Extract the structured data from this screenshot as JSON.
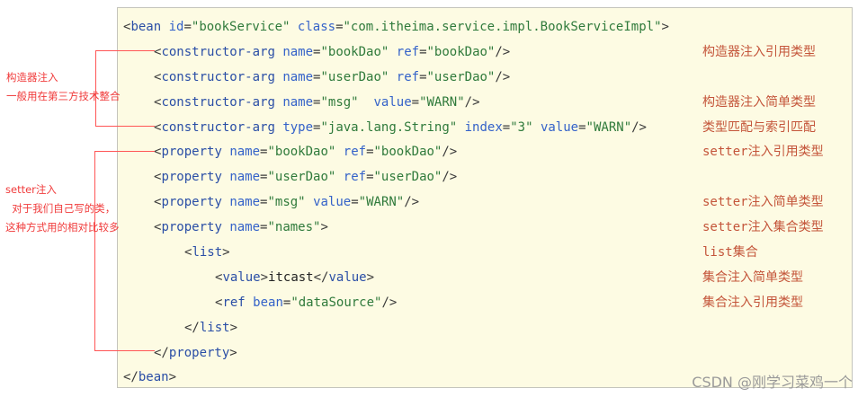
{
  "code_lines": [
    {
      "indent": 0,
      "tokens": [
        [
          "p",
          "<"
        ],
        [
          "tag",
          "bean"
        ],
        [
          "p",
          " "
        ],
        [
          "attr",
          "id"
        ],
        [
          "p",
          "="
        ],
        [
          "val",
          "\"bookService\""
        ],
        [
          "p",
          " "
        ],
        [
          "attr",
          "class"
        ],
        [
          "p",
          "="
        ],
        [
          "val",
          "\"com.itheima.service.impl.BookServiceImpl\""
        ],
        [
          "p",
          ">"
        ]
      ],
      "note": ""
    },
    {
      "indent": 1,
      "tokens": [
        [
          "p",
          "<"
        ],
        [
          "tag",
          "constructor-arg"
        ],
        [
          "p",
          " "
        ],
        [
          "attr",
          "name"
        ],
        [
          "p",
          "="
        ],
        [
          "val",
          "\"bookDao\""
        ],
        [
          "p",
          " "
        ],
        [
          "attr",
          "ref"
        ],
        [
          "p",
          "="
        ],
        [
          "val",
          "\"bookDao\""
        ],
        [
          "p",
          "/>"
        ]
      ],
      "note": "构造器注入引用类型"
    },
    {
      "indent": 1,
      "tokens": [
        [
          "p",
          "<"
        ],
        [
          "tag",
          "constructor-arg"
        ],
        [
          "p",
          " "
        ],
        [
          "attr",
          "name"
        ],
        [
          "p",
          "="
        ],
        [
          "val",
          "\"userDao\""
        ],
        [
          "p",
          " "
        ],
        [
          "attr",
          "ref"
        ],
        [
          "p",
          "="
        ],
        [
          "val",
          "\"userDao\""
        ],
        [
          "p",
          "/>"
        ]
      ],
      "note": ""
    },
    {
      "indent": 1,
      "tokens": [
        [
          "p",
          "<"
        ],
        [
          "tag",
          "constructor-arg"
        ],
        [
          "p",
          " "
        ],
        [
          "attr",
          "name"
        ],
        [
          "p",
          "="
        ],
        [
          "val",
          "\"msg\""
        ],
        [
          "p",
          "  "
        ],
        [
          "attr",
          "value"
        ],
        [
          "p",
          "="
        ],
        [
          "val",
          "\"WARN\""
        ],
        [
          "p",
          "/>"
        ]
      ],
      "note": "构造器注入简单类型"
    },
    {
      "indent": 1,
      "tokens": [
        [
          "p",
          "<"
        ],
        [
          "tag",
          "constructor-arg"
        ],
        [
          "p",
          " "
        ],
        [
          "attr",
          "type"
        ],
        [
          "p",
          "="
        ],
        [
          "val",
          "\"java.lang.String\""
        ],
        [
          "p",
          " "
        ],
        [
          "attr",
          "index"
        ],
        [
          "p",
          "="
        ],
        [
          "val",
          "\"3\""
        ],
        [
          "p",
          " "
        ],
        [
          "attr",
          "value"
        ],
        [
          "p",
          "="
        ],
        [
          "val",
          "\"WARN\""
        ],
        [
          "p",
          "/>"
        ]
      ],
      "note": "类型匹配与索引匹配"
    },
    {
      "indent": 1,
      "tokens": [
        [
          "p",
          "<"
        ],
        [
          "tag",
          "property"
        ],
        [
          "p",
          " "
        ],
        [
          "attr",
          "name"
        ],
        [
          "p",
          "="
        ],
        [
          "val",
          "\"bookDao\""
        ],
        [
          "p",
          " "
        ],
        [
          "attr",
          "ref"
        ],
        [
          "p",
          "="
        ],
        [
          "val",
          "\"bookDao\""
        ],
        [
          "p",
          "/>"
        ]
      ],
      "note": "setter注入引用类型"
    },
    {
      "indent": 1,
      "tokens": [
        [
          "p",
          "<"
        ],
        [
          "tag",
          "property"
        ],
        [
          "p",
          " "
        ],
        [
          "attr",
          "name"
        ],
        [
          "p",
          "="
        ],
        [
          "val",
          "\"userDao\""
        ],
        [
          "p",
          " "
        ],
        [
          "attr",
          "ref"
        ],
        [
          "p",
          "="
        ],
        [
          "val",
          "\"userDao\""
        ],
        [
          "p",
          "/>"
        ]
      ],
      "note": ""
    },
    {
      "indent": 1,
      "tokens": [
        [
          "p",
          "<"
        ],
        [
          "tag",
          "property"
        ],
        [
          "p",
          " "
        ],
        [
          "attr",
          "name"
        ],
        [
          "p",
          "="
        ],
        [
          "val",
          "\"msg\""
        ],
        [
          "p",
          " "
        ],
        [
          "attr",
          "value"
        ],
        [
          "p",
          "="
        ],
        [
          "val",
          "\"WARN\""
        ],
        [
          "p",
          "/>"
        ]
      ],
      "note": "setter注入简单类型"
    },
    {
      "indent": 1,
      "tokens": [
        [
          "p",
          "<"
        ],
        [
          "tag",
          "property"
        ],
        [
          "p",
          " "
        ],
        [
          "attr",
          "name"
        ],
        [
          "p",
          "="
        ],
        [
          "val",
          "\"names\""
        ],
        [
          "p",
          ">"
        ]
      ],
      "note": "setter注入集合类型"
    },
    {
      "indent": 2,
      "tokens": [
        [
          "p",
          "<"
        ],
        [
          "tag",
          "list"
        ],
        [
          "p",
          ">"
        ]
      ],
      "note": "list集合"
    },
    {
      "indent": 3,
      "tokens": [
        [
          "p",
          "<"
        ],
        [
          "tag",
          "value"
        ],
        [
          "p",
          ">"
        ],
        [
          "text",
          "itcast"
        ],
        [
          "p",
          "</"
        ],
        [
          "tag",
          "value"
        ],
        [
          "p",
          ">"
        ]
      ],
      "note": "集合注入简单类型"
    },
    {
      "indent": 3,
      "tokens": [
        [
          "p",
          "<"
        ],
        [
          "tag",
          "ref"
        ],
        [
          "p",
          " "
        ],
        [
          "attr",
          "bean"
        ],
        [
          "p",
          "="
        ],
        [
          "val",
          "\"dataSource\""
        ],
        [
          "p",
          "/>"
        ]
      ],
      "note": "集合注入引用类型"
    },
    {
      "indent": 2,
      "tokens": [
        [
          "p",
          "</"
        ],
        [
          "tag",
          "list"
        ],
        [
          "p",
          ">"
        ]
      ],
      "note": ""
    },
    {
      "indent": 1,
      "tokens": [
        [
          "p",
          "</"
        ],
        [
          "tag",
          "property"
        ],
        [
          "p",
          ">"
        ]
      ],
      "note": ""
    },
    {
      "indent": 0,
      "tokens": [
        [
          "p",
          "</"
        ],
        [
          "tag",
          "bean"
        ],
        [
          "p",
          ">"
        ]
      ],
      "note": ""
    }
  ],
  "annotations": {
    "constructor": [
      "构造器注入",
      "一般用在第三方技术整合"
    ],
    "setter": [
      "setter注入",
      "  对于我们自己写的类，",
      "这种方式用的相对比较多"
    ]
  },
  "watermark": "CSDN @刚学习菜鸡一个",
  "colors": {
    "note": "#c4553a",
    "annotation": "#f03a3a",
    "background": "#fdfbe3"
  }
}
